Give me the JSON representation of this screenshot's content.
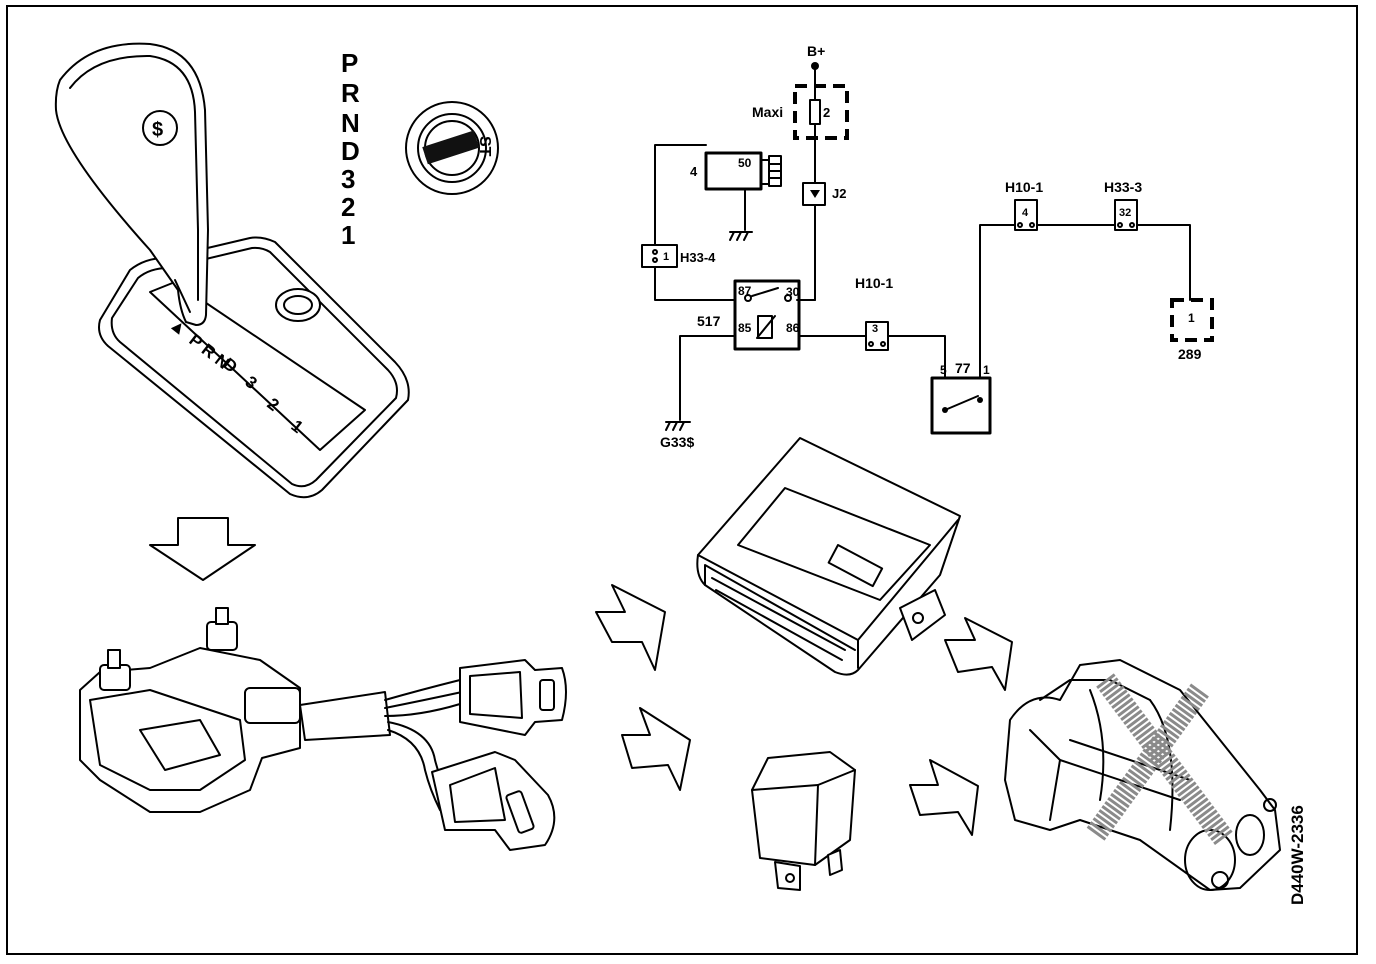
{
  "gear_positions": [
    "P",
    "R",
    "N",
    "D",
    "3",
    "2",
    "1"
  ],
  "ignition": {
    "st_label": "ST",
    "knob_symbol": "$"
  },
  "selector_gate_labels": [
    "▲",
    "P R N",
    "D",
    "3",
    "2",
    "1"
  ],
  "wiring": {
    "supply": "B+",
    "maxi_label": "Maxi",
    "fuse_number": "2",
    "j2_label": "J2",
    "component_4_label": "4",
    "component_4_pin": "50",
    "h33_4_label": "H33-4",
    "h33_4_pin": "1",
    "relay_label": "517",
    "relay_pins": {
      "p87": "87",
      "p30": "30",
      "p85": "85",
      "p86": "86"
    },
    "h10_1_mid_label": "H10-1",
    "h10_1_mid_pin": "3",
    "ground_label": "G33$",
    "switch_label": "77",
    "switch_pin_left": "5",
    "switch_pin_right": "1",
    "h10_1_top_label": "H10-1",
    "h10_1_top_pin": "4",
    "h33_3_label": "H33-3",
    "h33_3_pin": "32",
    "comp_289_label": "289",
    "comp_289_pin": "1"
  },
  "figure_code": "D440W-2336",
  "colors": {
    "ink": "#000000",
    "paper": "#ffffff",
    "hatch": "#8a8a8a"
  }
}
